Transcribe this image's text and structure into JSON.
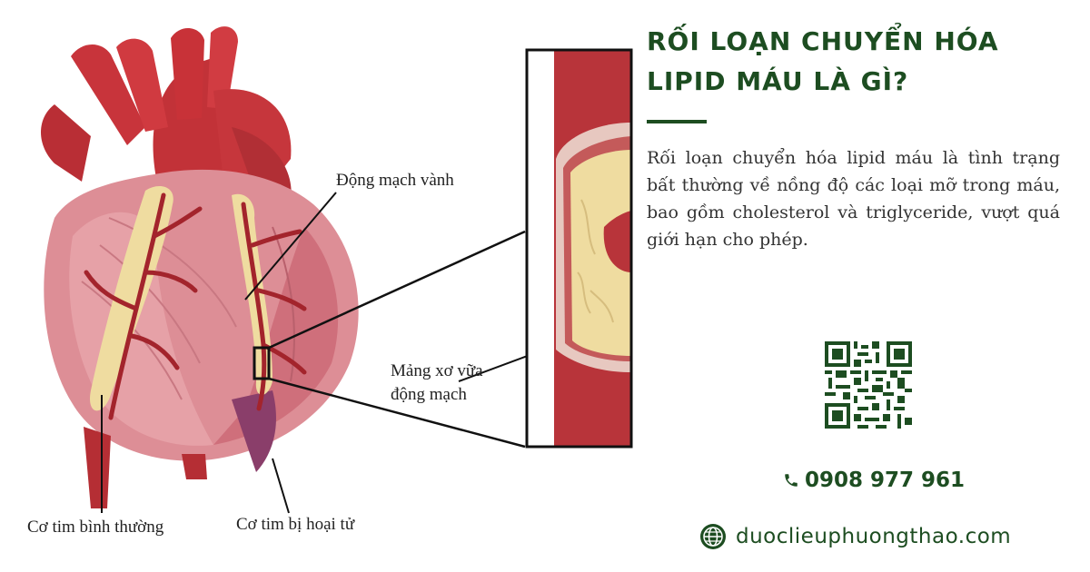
{
  "diagram": {
    "labels": {
      "coronary_artery": "Động mạch vành",
      "plaque_line1": "Mảng xơ vữa",
      "plaque_line2": "động mạch",
      "normal_muscle": "Cơ tim bình thường",
      "necrotic_muscle": "Cơ tim bị hoại tử"
    }
  },
  "article": {
    "title_line1": "RỐI LOẠN CHUYỂN HÓA",
    "title_line2": "LIPID MÁU LÀ GÌ?",
    "body": "Rối loạn chuyển hóa lipid máu là tình trạng bất thường về nồng độ các loại mỡ trong máu, bao gồm cholesterol và triglyceride, vượt quá giới hạn cho phép."
  },
  "contact": {
    "phone": "0908 977 961",
    "website": "duoclieuphuongthao.com",
    "phone_icon": "phone-icon",
    "website_icon": "globe-icon"
  },
  "colors": {
    "brand_green": "#1d4d21",
    "heart_red": "#b8343a",
    "plaque_yellow": "#efdca0"
  }
}
